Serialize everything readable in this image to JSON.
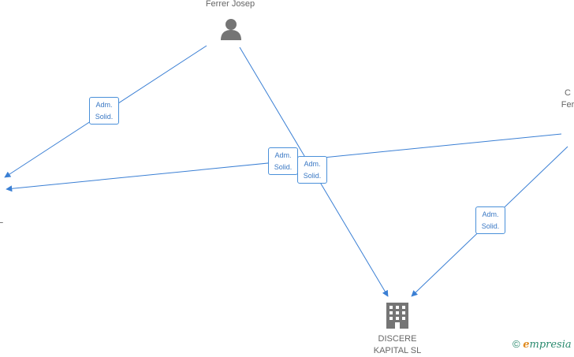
{
  "nodes": {
    "ferrer_josep": {
      "label": "Ferrer Josep",
      "icon": "person-icon"
    },
    "right_person": {
      "label_line1": "C",
      "label_line2": "Fer",
      "icon": "person-icon"
    },
    "left_company": {
      "label_line1": "",
      "label_line2": "L",
      "icon": "building-icon"
    },
    "discere": {
      "label_line1": "DISCERE",
      "label_line2": "KAPITAL  SL",
      "icon": "building-icon"
    }
  },
  "edges": [
    {
      "label_line1": "Adm.",
      "label_line2": "Solid."
    },
    {
      "label_line1": "Adm.",
      "label_line2": "Solid."
    },
    {
      "label_line1": "Adm.",
      "label_line2": "Solid."
    },
    {
      "label_line1": "Adm.",
      "label_line2": "Solid."
    }
  ],
  "colors": {
    "edge": "#3a7fd4",
    "icon": "#757575",
    "label_text": "#666666"
  },
  "watermark": {
    "symbol": "©",
    "brand_initial": "e",
    "brand_rest": "mpresia"
  }
}
